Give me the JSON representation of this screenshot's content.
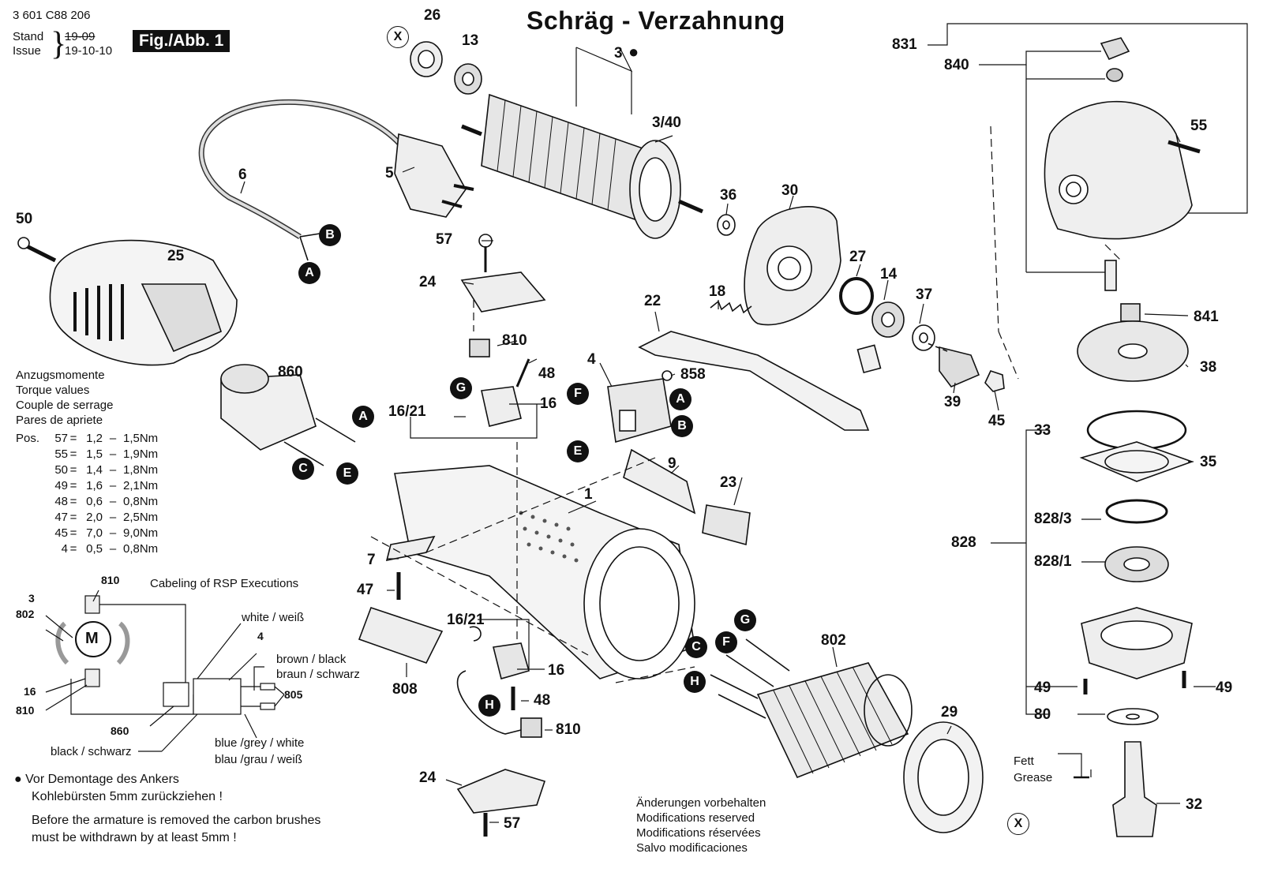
{
  "header": {
    "doc_number": "3 601 C88 206",
    "stand_label": "Stand",
    "issue_label": "Issue",
    "stand_date": "19-09",
    "issue_date": "19-10-10",
    "fig_label": "Fig./Abb. 1",
    "title": "Schräg - Verzahnung"
  },
  "torque": {
    "lines": [
      "Anzugsmomente",
      "Torque values",
      "Couple de serrage",
      "Pares de apriete"
    ],
    "pos_label": "Pos.",
    "rows": [
      {
        "pos": "57",
        "min": "1,2",
        "max": "1,5Nm"
      },
      {
        "pos": "55",
        "min": "1,5",
        "max": "1,9Nm"
      },
      {
        "pos": "50",
        "min": "1,4",
        "max": "1,8Nm"
      },
      {
        "pos": "49",
        "min": "1,6",
        "max": "2,1Nm"
      },
      {
        "pos": "48",
        "min": "0,6",
        "max": "0,8Nm"
      },
      {
        "pos": "47",
        "min": "2,0",
        "max": "2,5Nm"
      },
      {
        "pos": "45",
        "min": "7,0",
        "max": "9,0Nm"
      },
      {
        "pos": "4",
        "min": "0,5",
        "max": "0,8Nm"
      }
    ]
  },
  "cabling": {
    "title": "Cabeling of RSP Executions",
    "motor_label": "M",
    "white": "white / weiß",
    "brown_en": "brown / black",
    "brown_de": "braun / schwarz",
    "blue_en": "blue /grey / white",
    "blue_de": "blau /grau / weiß",
    "black": "black / schwarz",
    "refs": {
      "r810a": "810",
      "r3": "3",
      "r802": "802",
      "r16": "16",
      "r810b": "810",
      "r4": "4",
      "r805": "805",
      "r860": "860"
    }
  },
  "notes": {
    "bullet": "●",
    "de1": "Vor Demontage des Ankers",
    "de2": "Kohlebürsten 5mm zurückziehen !",
    "en1": "Before the armature is removed the carbon brushes",
    "en2": "must be withdrawn by at least 5mm !",
    "mods": [
      "Änderungen vorbehalten",
      "Modifications reserved",
      "Modifications réservées",
      "Salvo modificaciones"
    ],
    "fett": "Fett",
    "grease": "Grease"
  },
  "callouts": {
    "p26": "26",
    "p13": "13",
    "p3": "3",
    "p3_40": "3/40",
    "p6": "6",
    "p5": "5",
    "p50": "50",
    "p25": "25",
    "p36": "36",
    "p30": "30",
    "p57a": "57",
    "p24a": "24",
    "p27": "27",
    "p14": "14",
    "p37": "37",
    "p18": "18",
    "p22": "22",
    "p810a": "810",
    "p48a": "48",
    "p16_21a": "16/21",
    "p16a": "16",
    "p4": "4",
    "p858": "858",
    "p860": "860",
    "p39": "39",
    "p45": "45",
    "p9": "9",
    "p1": "1",
    "p23": "23",
    "p7": "7",
    "p47": "47",
    "p16_21b": "16/21",
    "p16b": "16",
    "p48b": "48",
    "p810b": "810",
    "p808": "808",
    "p24b": "24",
    "p57b": "57",
    "p802": "802",
    "p29": "29",
    "p831": "831",
    "p840": "840",
    "p55": "55",
    "p841": "841",
    "p38": "38",
    "p33": "33",
    "p35": "35",
    "p828_3": "828/3",
    "p828": "828",
    "p828_1": "828/1",
    "p49a": "49",
    "p49b": "49",
    "p80": "80",
    "p32": "32"
  },
  "markers": {
    "X": "X",
    "A": "A",
    "B": "B",
    "C": "C",
    "E": "E",
    "F": "F",
    "G": "G",
    "H": "H"
  }
}
